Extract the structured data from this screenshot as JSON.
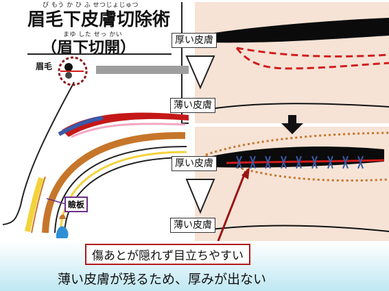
{
  "title": {
    "ruby_line1": "び もう か ひ ふ せつじょじゅつ",
    "line1": "眉毛下皮膚切除術",
    "ruby_line2": "まゆ した せっ かい",
    "line2": "（眉下切開）"
  },
  "labels": {
    "eyebrow": "眉毛",
    "thick_skin_top": "厚い皮膚",
    "thin_skin_top": "薄い皮膚",
    "thick_skin_bottom": "厚い皮膚",
    "thin_skin_bottom": "薄い皮膚",
    "eyelid_plate": "瞼板"
  },
  "callout": "傷あとが隠れず目立ちやすい",
  "caption": "薄い皮膚が残るため、厚みが出ない",
  "colors": {
    "skin": "#f6e3d6",
    "incision_red": "#d21c1c",
    "fat_brown": "#c6762a",
    "stitch_blue": "#3a5aa8",
    "tarsus_yellow": "#f4d23a",
    "muscle_red": "#c41818",
    "arrow_dark_red": "#9a1414"
  }
}
